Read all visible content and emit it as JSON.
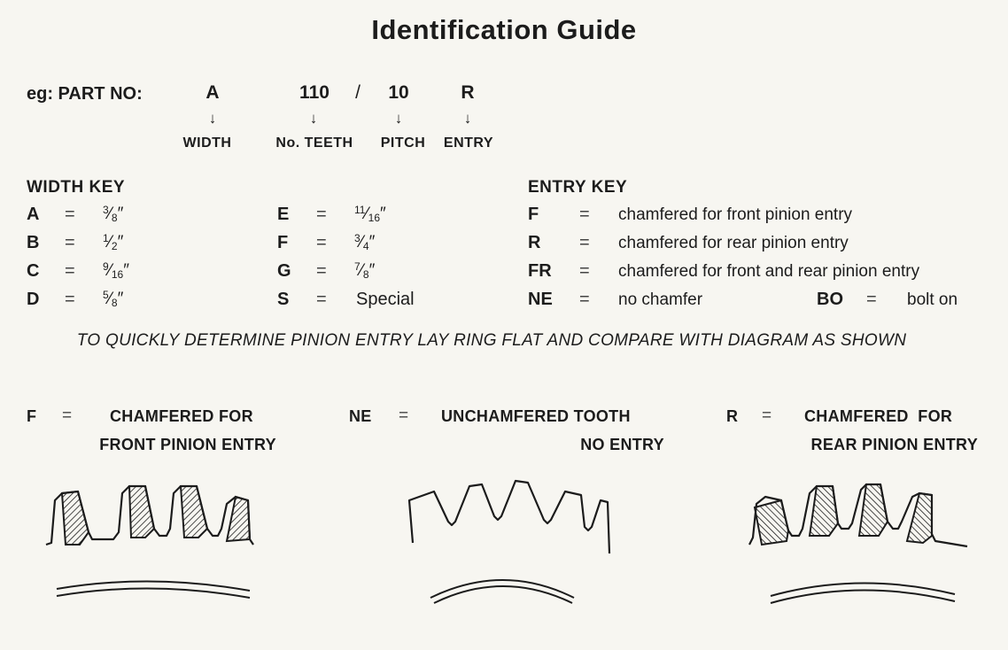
{
  "title": "Identification Guide",
  "example": {
    "label": "eg: PART NO:",
    "codes": [
      "A",
      "110",
      "/",
      "10",
      "R"
    ],
    "arrow": "↓",
    "fields": [
      "WIDTH",
      "No. TEETH",
      "PITCH",
      "ENTRY"
    ]
  },
  "width_key": {
    "heading": "WIDTH KEY",
    "eq": "=",
    "items": [
      {
        "letter": "A",
        "num": "3",
        "den": "8",
        "unit": "″"
      },
      {
        "letter": "B",
        "num": "1",
        "den": "2",
        "unit": "″"
      },
      {
        "letter": "C",
        "num": "9",
        "den": "16",
        "unit": "″"
      },
      {
        "letter": "D",
        "num": "5",
        "den": "8",
        "unit": "″"
      },
      {
        "letter": "E",
        "num": "11",
        "den": "16",
        "unit": "″"
      },
      {
        "letter": "F",
        "num": "3",
        "den": "4",
        "unit": "″"
      },
      {
        "letter": "G",
        "num": "7",
        "den": "8",
        "unit": "″"
      },
      {
        "letter": "S",
        "text": "Special"
      }
    ]
  },
  "entry_key": {
    "heading": "ENTRY KEY",
    "eq": "=",
    "items": [
      {
        "code": "F",
        "text": "chamfered for front pinion entry"
      },
      {
        "code": "R",
        "text": "chamfered for rear pinion entry"
      },
      {
        "code": "FR",
        "text": "chamfered for front and rear pinion entry"
      },
      {
        "code": "NE",
        "text": "no chamfer"
      }
    ],
    "extra": {
      "code": "BO",
      "text": "bolt on"
    }
  },
  "instruction": "TO QUICKLY DETERMINE PINION ENTRY LAY RING FLAT AND COMPARE WITH DIAGRAM AS SHOWN",
  "diagrams": [
    {
      "code": "F",
      "eq": "=",
      "line1": "CHAMFERED FOR",
      "line2": "FRONT PINION ENTRY"
    },
    {
      "code": "NE",
      "eq": "=",
      "line1": "UNCHAMFERED TOOTH",
      "line2": "NO ENTRY"
    },
    {
      "code": "R",
      "eq": "=",
      "line1": "CHAMFERED  FOR",
      "line2": "REAR PINION ENTRY"
    }
  ]
}
